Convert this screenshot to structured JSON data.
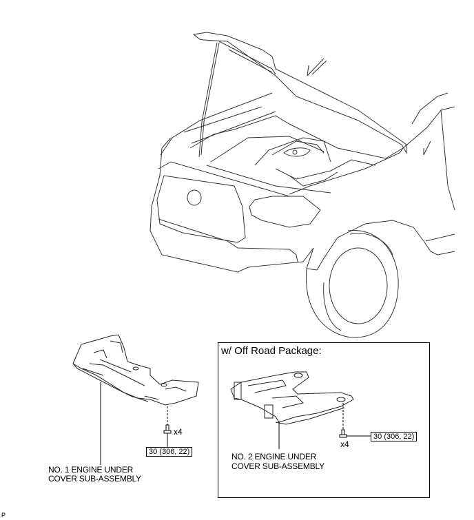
{
  "figure": {
    "vehicle_illustration": "vehicle-front-hood-open",
    "left_part": {
      "name_line1": "NO. 1 ENGINE UNDER",
      "name_line2": "COVER SUB-ASSEMBLY",
      "bolt_qty": "x4",
      "torque": "30 (306, 22)"
    },
    "variant_box": {
      "title": "w/ Off Road Package:",
      "name_line1": "NO. 2 ENGINE UNDER",
      "name_line2": "COVER SUB-ASSEMBLY",
      "bolt_qty": "x4",
      "torque": "30 (306, 22)"
    },
    "page_marker": "P"
  }
}
